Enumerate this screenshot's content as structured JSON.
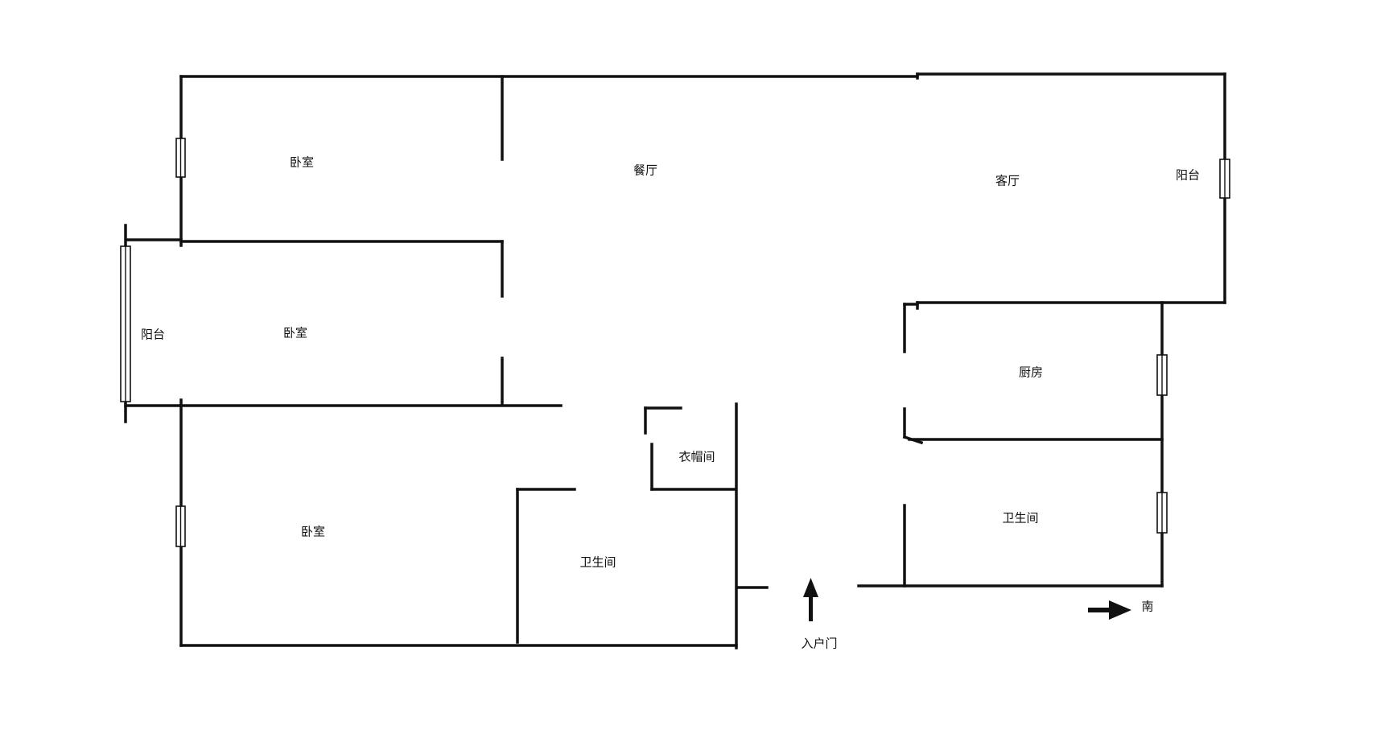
{
  "rooms": {
    "bedroom_top": "卧室",
    "dining": "餐厅",
    "living": "客厅",
    "balcony_east": "阳台",
    "balcony_west": "阳台",
    "bedroom_mid": "卧室",
    "kitchen": "厨房",
    "cloakroom": "衣帽间",
    "bathroom_east": "卫生间",
    "bedroom_bottom": "卧室",
    "bathroom_west": "卫生间"
  },
  "markers": {
    "entrance_label": "入户门",
    "south_label": "南"
  },
  "colors": {
    "wall": "#111111",
    "background": "#ffffff"
  }
}
